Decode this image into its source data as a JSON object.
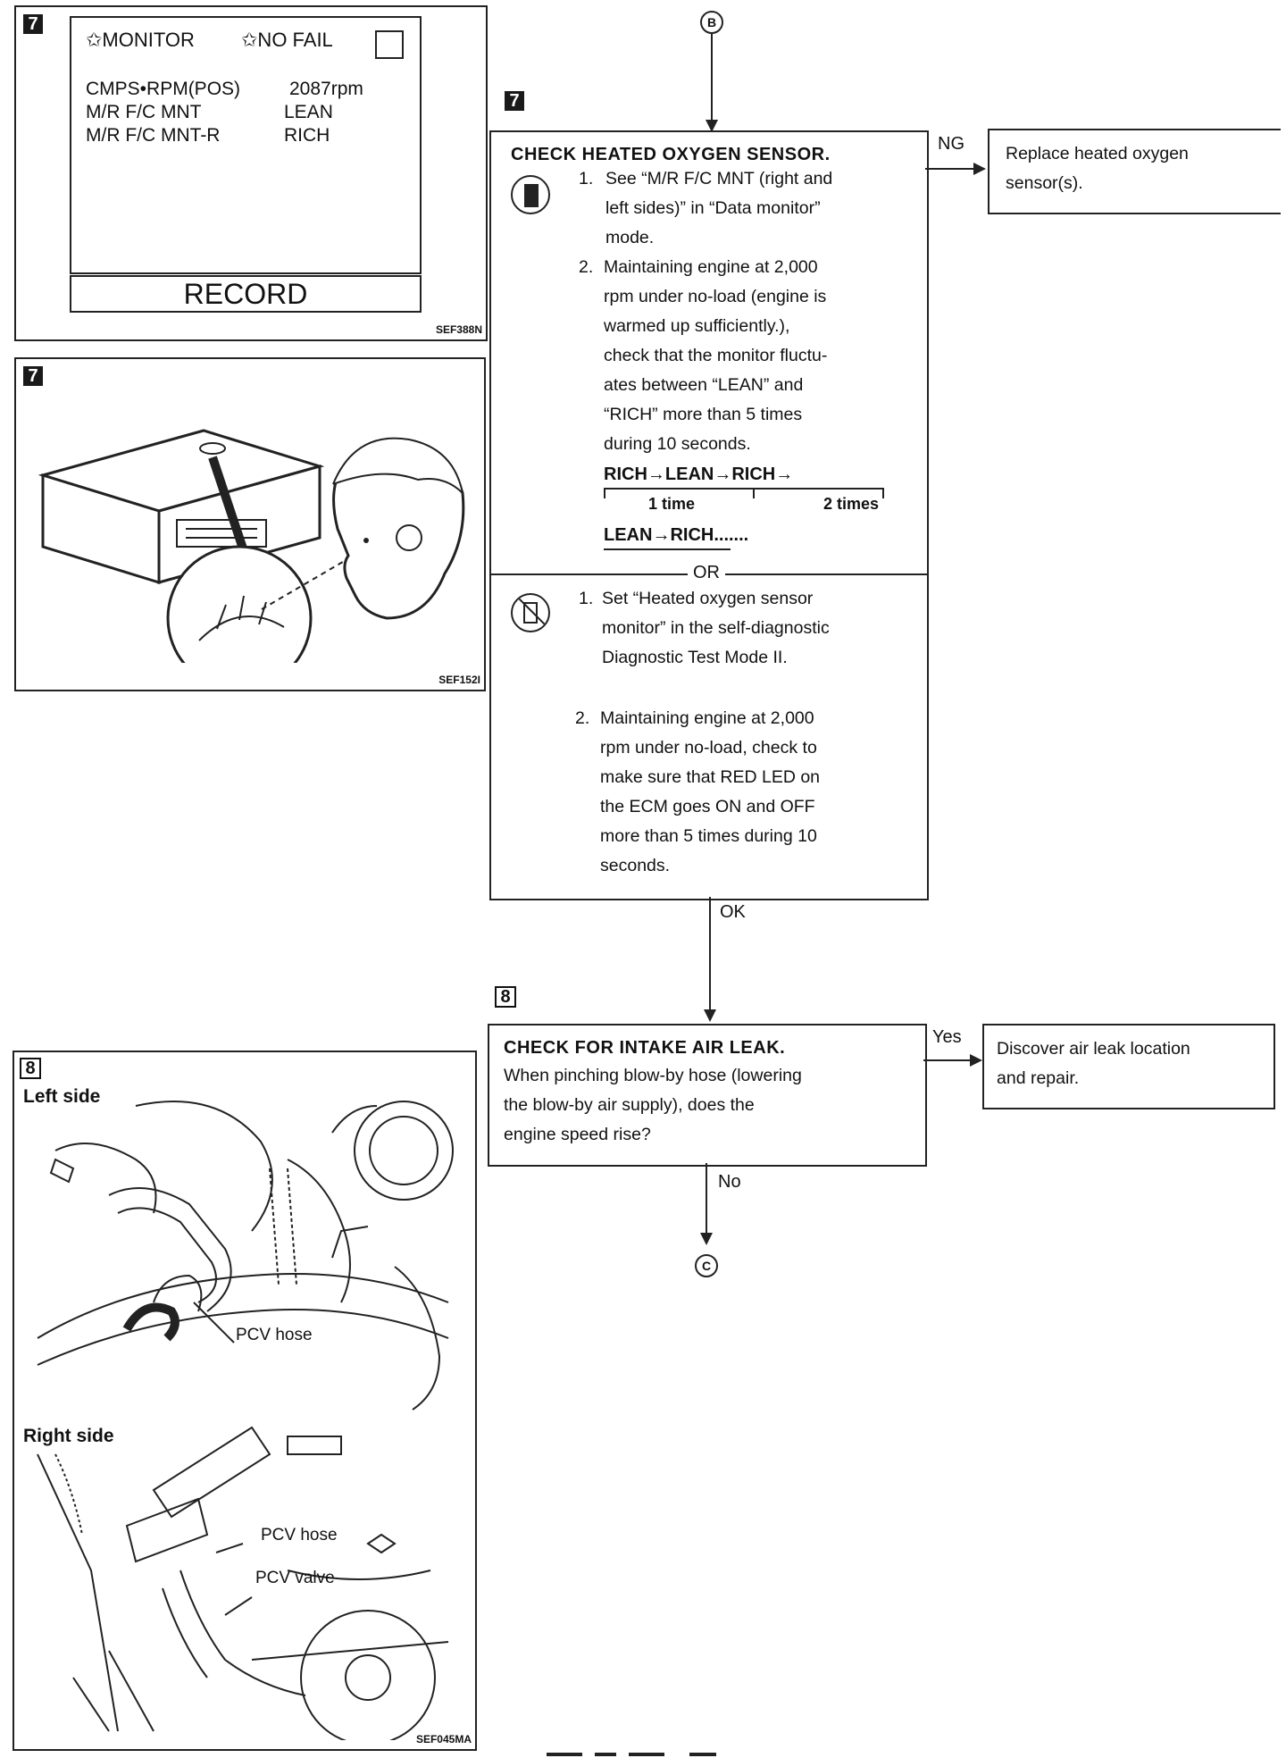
{
  "connectors": {
    "top": "B",
    "bottom": "C"
  },
  "fig_monitor": {
    "step": "7",
    "header_monitor": "✩MONITOR",
    "header_nofail": "✩NO FAIL",
    "rows": [
      {
        "name": "CMPS•RPM(POS)",
        "value": "2087rpm"
      },
      {
        "name": "M/R F/C MNT",
        "value": "LEAN"
      },
      {
        "name": "M/R F/C MNT-R",
        "value": "RICH"
      }
    ],
    "record_label": "RECORD",
    "code": "SEF388N"
  },
  "fig_ecm": {
    "step": "7",
    "code": "SEF152I"
  },
  "fig_engine": {
    "step": "8",
    "left_side": "Left side",
    "right_side": "Right side",
    "pcv_hose_1": "PCV hose",
    "pcv_hose_2": "PCV hose",
    "pcv_valve": "PCV valve",
    "code": "SEF045MA"
  },
  "step7": {
    "badge": "7",
    "title": "CHECK HEATED OXYGEN SENSOR.",
    "consult": {
      "item1_num": "1.",
      "item1": [
        "See “M/R F/C MNT (right and",
        "left sides)” in “Data monitor”",
        "mode."
      ],
      "item2_num": "2.",
      "item2": [
        "Maintaining engine at 2,000",
        "rpm under no-load (engine is",
        "warmed up sufficiently.),",
        "check that the monitor fluctu-",
        "ates between “LEAN” and",
        "“RICH” more than 5 times",
        "during 10 seconds."
      ],
      "seq1": "RICH→LEAN→RICH→",
      "seq_1time": "1 time",
      "seq_2times": "2 times",
      "seq2": "LEAN→RICH......."
    },
    "or_label": "OR",
    "no_tools": {
      "item1_num": "1.",
      "item1": [
        "Set “Heated oxygen sensor",
        "monitor” in the self-diagnostic",
        "Diagnostic Test Mode II."
      ],
      "item2_num": "2.",
      "item2": [
        "Maintaining engine at 2,000",
        "rpm under no-load, check to",
        "make sure that RED LED on",
        "the ECM goes ON and OFF",
        "more than 5 times during 10",
        "seconds."
      ]
    },
    "ng_label": "NG",
    "ng_box": [
      "Replace heated oxygen",
      "sensor(s)."
    ],
    "ok_label": "OK"
  },
  "step8": {
    "badge": "8",
    "title": "CHECK FOR INTAKE AIR LEAK.",
    "text": [
      "When pinching blow-by hose (lowering",
      "the blow-by air supply), does the",
      "engine speed rise?"
    ],
    "yes_label": "Yes",
    "yes_box": [
      "Discover air leak location",
      "and repair."
    ],
    "no_label": "No"
  }
}
